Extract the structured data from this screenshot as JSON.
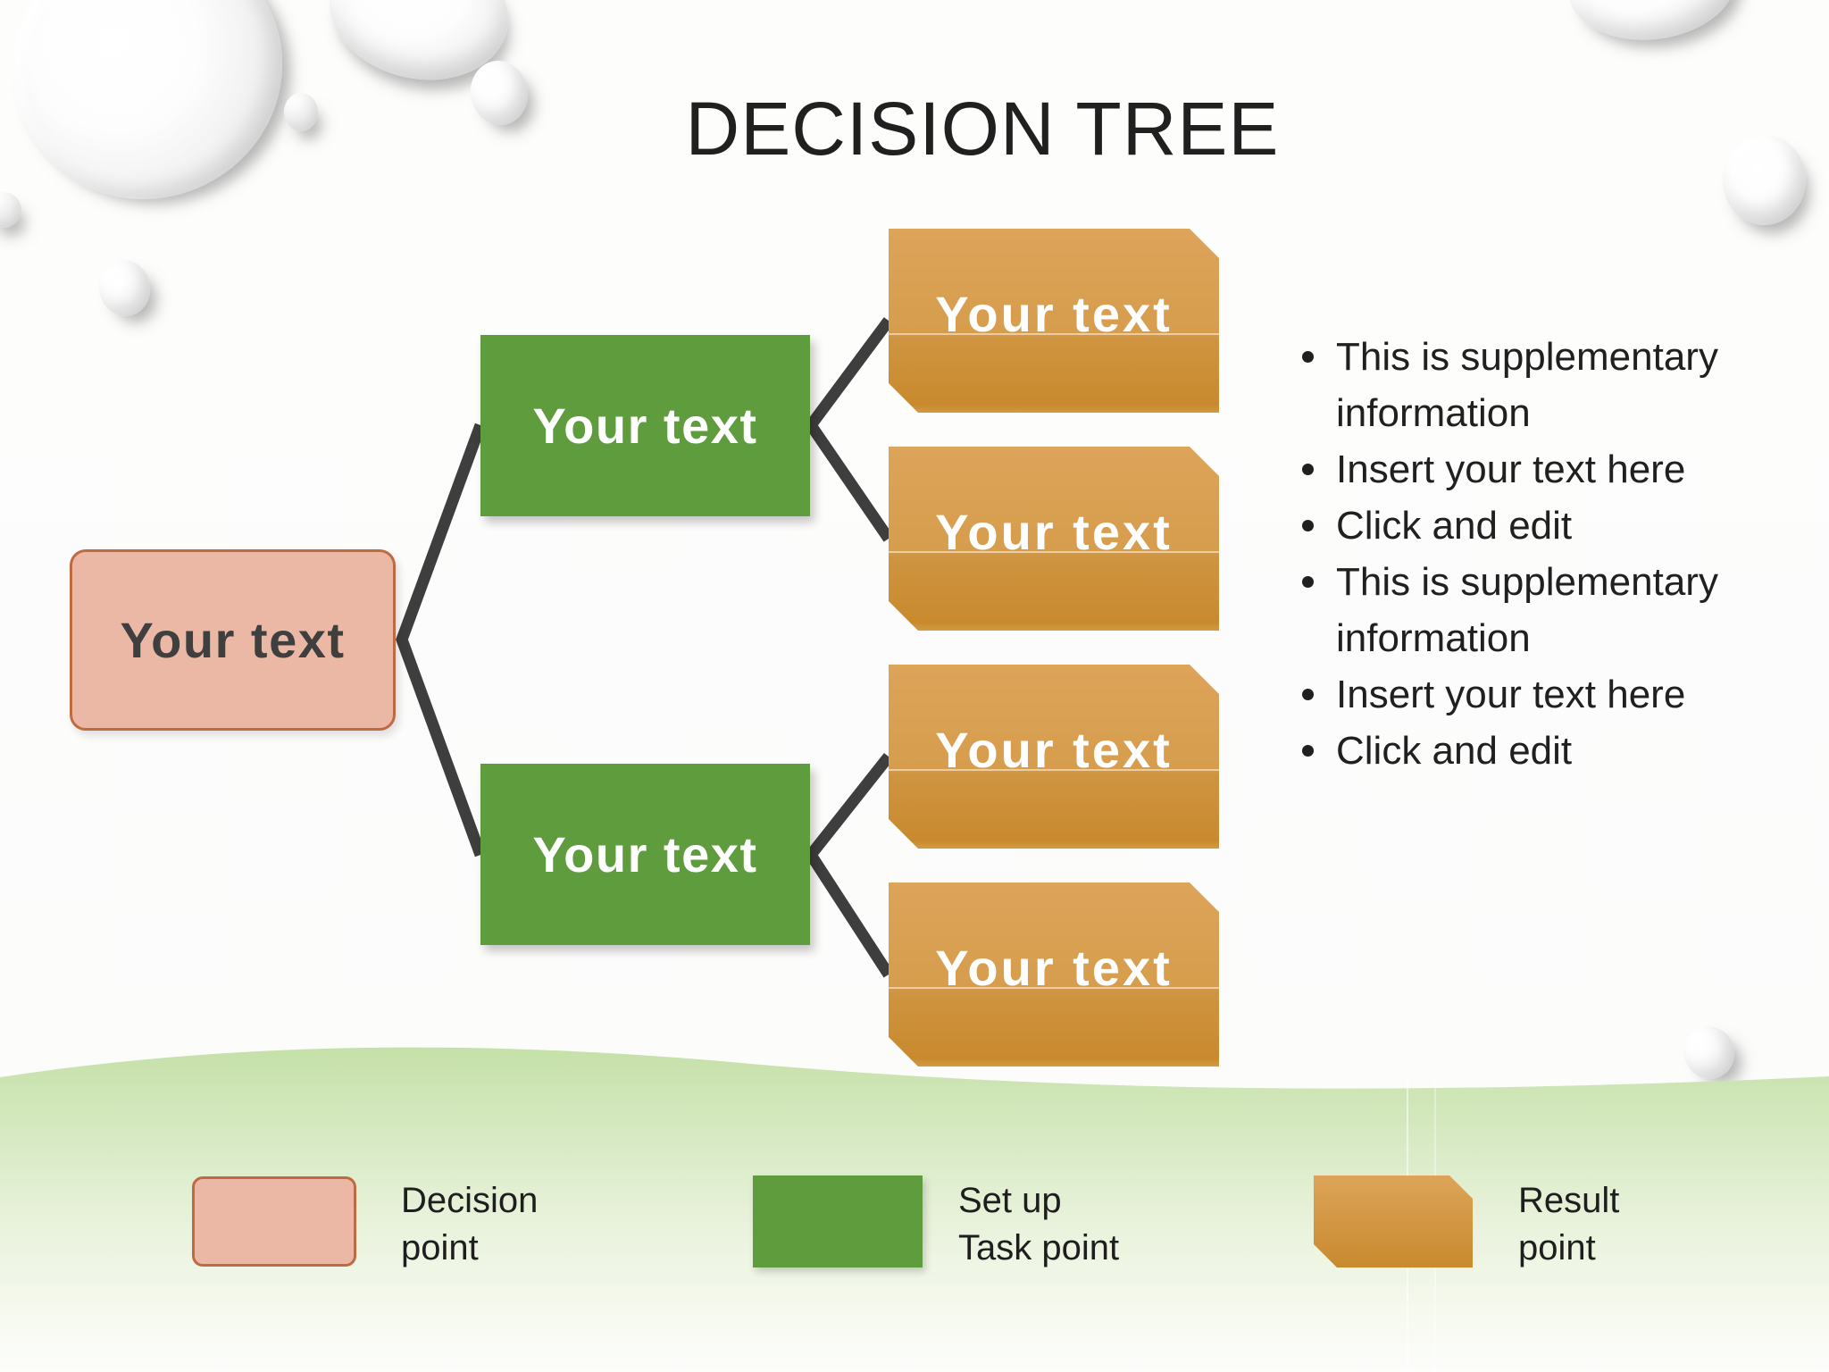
{
  "title": "DECISION TREE",
  "tree": {
    "decision_label": "Your text",
    "task_labels": [
      "Your text",
      "Your text"
    ],
    "result_labels": [
      "Your text",
      "Your text",
      "Your text",
      "Your text"
    ]
  },
  "notes": [
    "This is supplementary information",
    "Insert your text here",
    "Click and edit",
    "This is supplementary information",
    "Insert your text here",
    "Click and edit"
  ],
  "legend": [
    {
      "line1": "Decision",
      "line2": "point"
    },
    {
      "line1": "Set up",
      "line2": "Task point"
    },
    {
      "line1": "Result",
      "line2": "point"
    }
  ],
  "colors": {
    "decision-fill": "#eab8a5",
    "decision-border": "#c06a41",
    "decision-text": "#3f3f3f",
    "task-fill": "#5e9c3e",
    "result-top": "#dda45a",
    "result-bottom": "#c98a2e",
    "connector": "#3e3e3e",
    "band-green": "#c3dfa5",
    "text-dark": "#202020",
    "node-text-light": "#ffffff"
  }
}
